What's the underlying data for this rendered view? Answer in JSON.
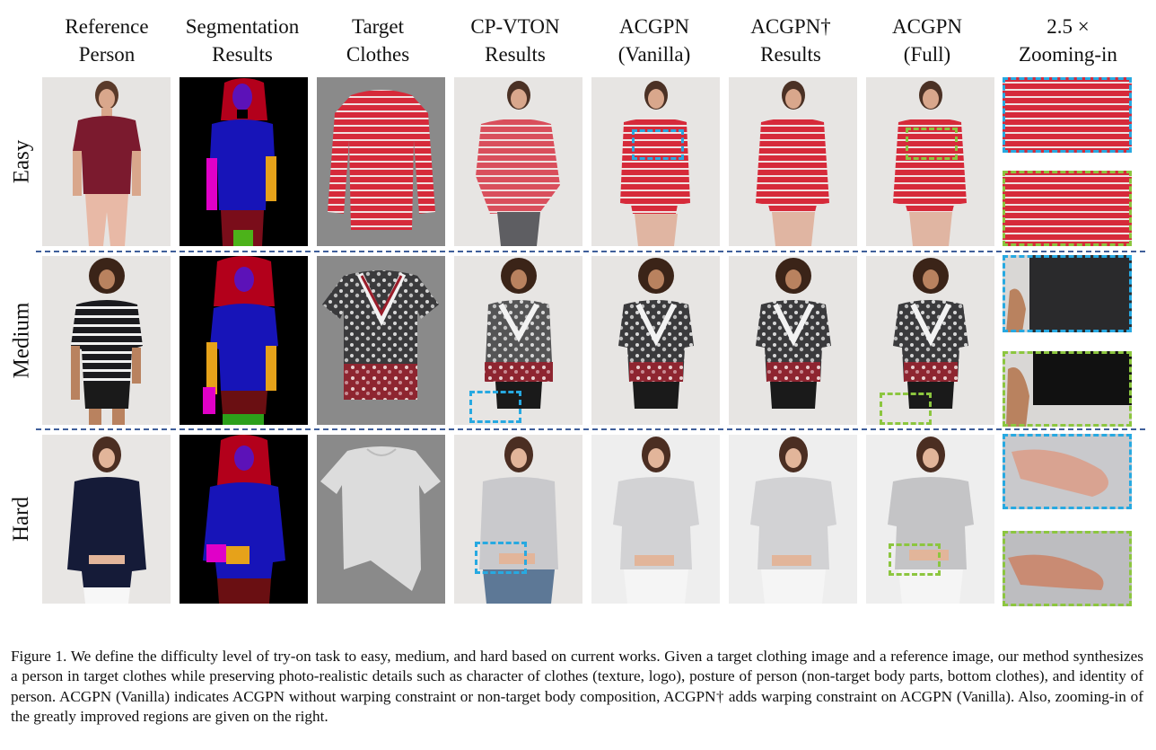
{
  "column_headers": [
    {
      "line1": "Reference",
      "line2": "Person"
    },
    {
      "line1": "Segmentation",
      "line2": "Results"
    },
    {
      "line1": "Target",
      "line2": "Clothes"
    },
    {
      "line1": "CP-VTON",
      "line2": "Results"
    },
    {
      "line1": "ACGPN",
      "line2": "(Vanilla)"
    },
    {
      "line1": "ACGPN†",
      "line2": "Results"
    },
    {
      "line1": "ACGPN",
      "line2": "(Full)"
    },
    {
      "line1": "2.5 ×",
      "line2": "Zooming-in"
    }
  ],
  "row_labels": [
    "Easy",
    "Medium",
    "Hard"
  ],
  "caption": "Figure 1. We define the difficulty level of try-on task to easy, medium, and hard based on current works. Given a target clothing image and a reference image, our method synthesizes a person in target clothes while preserving photo-realistic details such as character of clothes (texture, logo), posture of person (non-target body parts, bottom clothes), and identity of person. ACGPN (Vanilla) indicates ACGPN without warping constraint or non-target body composition, ACGPN† adds warping constraint on ACGPN (Vanilla). Also, zooming-in of the greatly improved regions are given on the right.",
  "colors": {
    "highlight_blue": "#27a9e1",
    "highlight_green": "#8cc63f",
    "row_separator": "#3f5f9a"
  }
}
